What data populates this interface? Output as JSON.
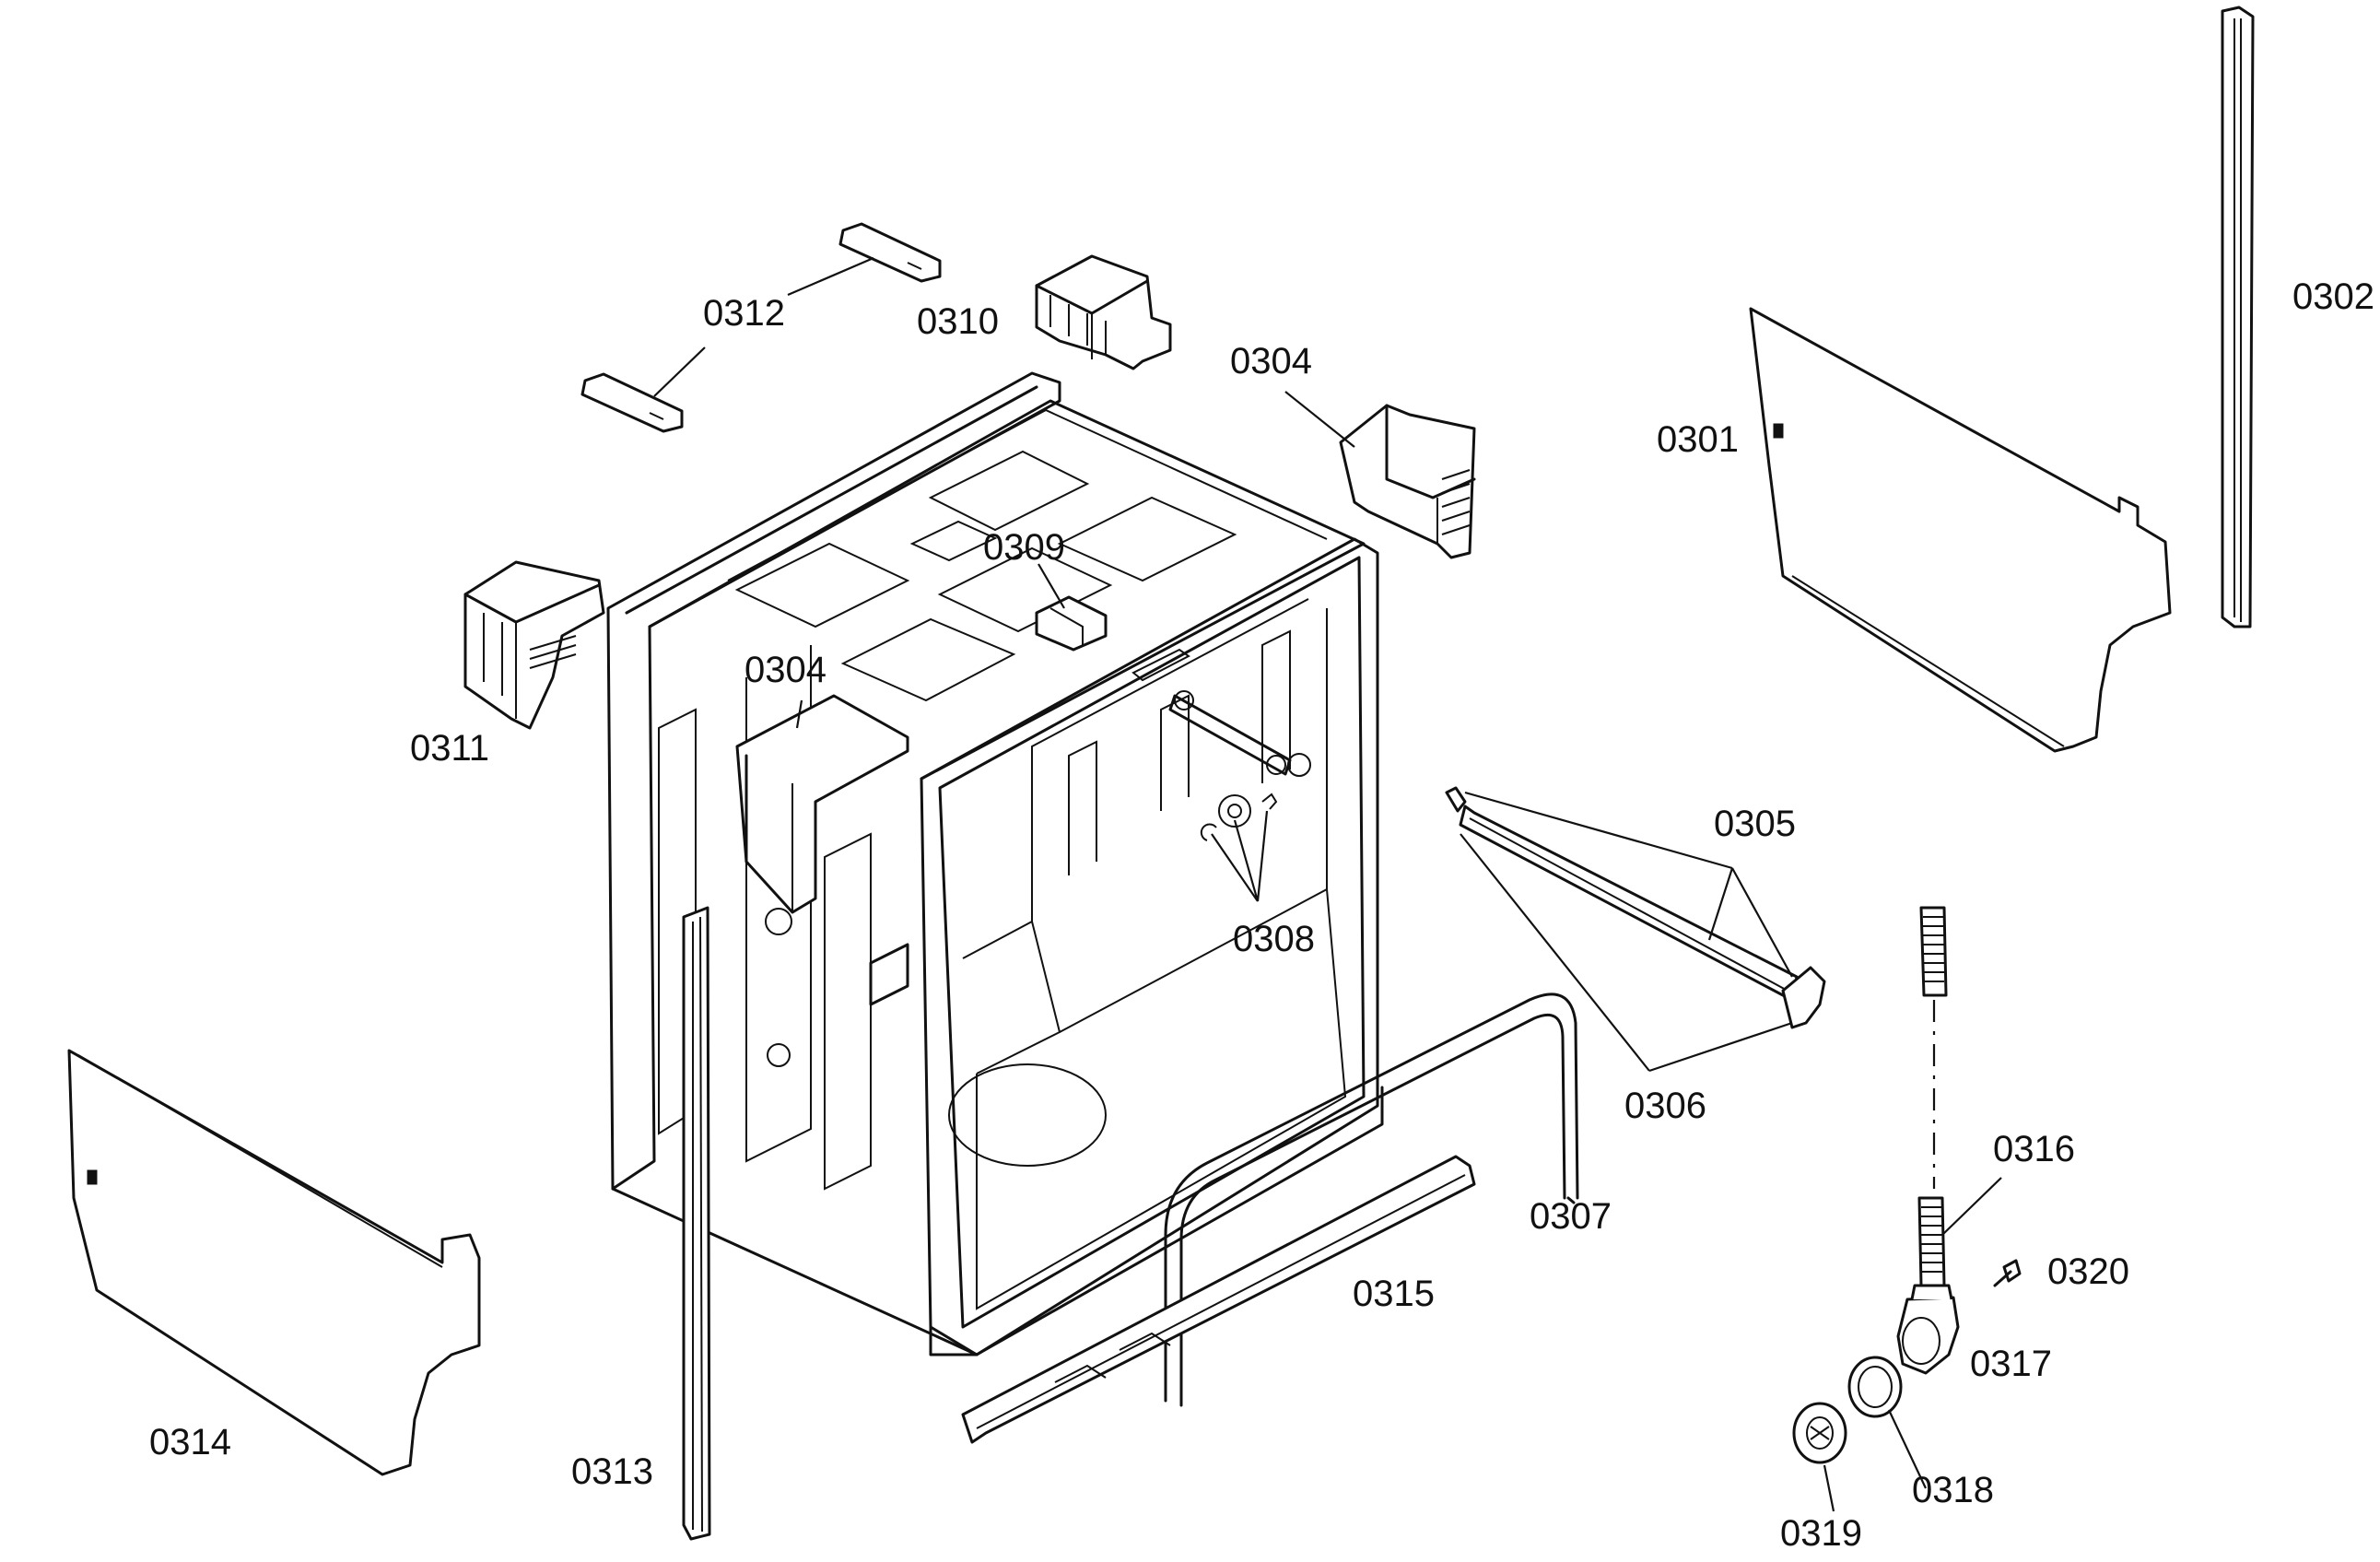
{
  "callouts": [
    {
      "id": "0301",
      "text": "0301"
    },
    {
      "id": "0302",
      "text": "0302"
    },
    {
      "id": "0304a",
      "text": "0304"
    },
    {
      "id": "0304b",
      "text": "0304"
    },
    {
      "id": "0305",
      "text": "0305"
    },
    {
      "id": "0306",
      "text": "0306"
    },
    {
      "id": "0307",
      "text": "0307"
    },
    {
      "id": "0308",
      "text": "0308"
    },
    {
      "id": "0309",
      "text": "0309"
    },
    {
      "id": "0310",
      "text": "0310"
    },
    {
      "id": "0311",
      "text": "0311"
    },
    {
      "id": "0312",
      "text": "0312"
    },
    {
      "id": "0313",
      "text": "0313"
    },
    {
      "id": "0314",
      "text": "0314"
    },
    {
      "id": "0315",
      "text": "0315"
    },
    {
      "id": "0316",
      "text": "0316"
    },
    {
      "id": "0317",
      "text": "0317"
    },
    {
      "id": "0318",
      "text": "0318"
    },
    {
      "id": "0319",
      "text": "0319"
    },
    {
      "id": "0320",
      "text": "0320"
    }
  ]
}
